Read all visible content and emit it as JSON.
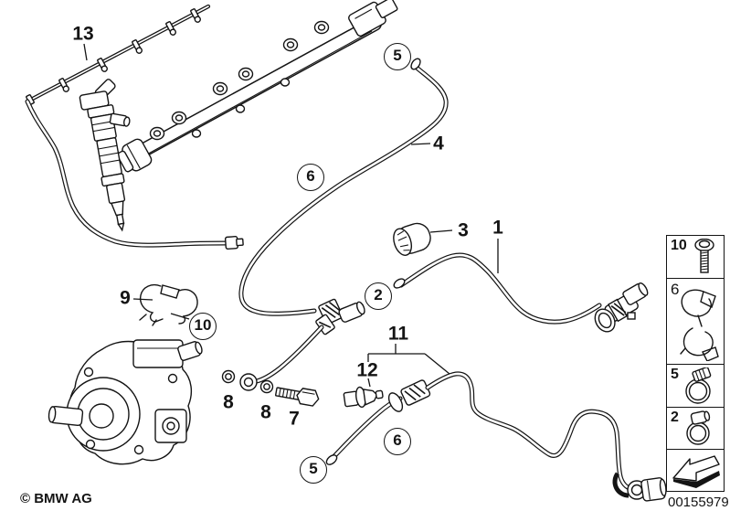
{
  "callouts": {
    "c13": "13",
    "c5_top": "5",
    "c4": "4",
    "c6_upper": "6",
    "c3": "3",
    "c1": "1",
    "c2": "2",
    "c9": "9",
    "c10": "10",
    "c8_left": "8",
    "c8_right": "8",
    "c7": "7",
    "c11": "11",
    "c12": "12",
    "c6_lower": "6",
    "c5_lower": "5"
  },
  "legend": {
    "rows": [
      {
        "label": "10",
        "icon": "torx-screw-icon"
      },
      {
        "label": "6",
        "icon": "retaining-clip-icon"
      },
      {
        "label": "5",
        "icon": "worm-hose-clamp-icon"
      },
      {
        "label": "2",
        "icon": "hose-clamp-icon"
      }
    ],
    "arrow_icon": "direction-arrow-icon"
  },
  "footer": {
    "copyright": "© BMW AG",
    "document_number": "00155979"
  }
}
